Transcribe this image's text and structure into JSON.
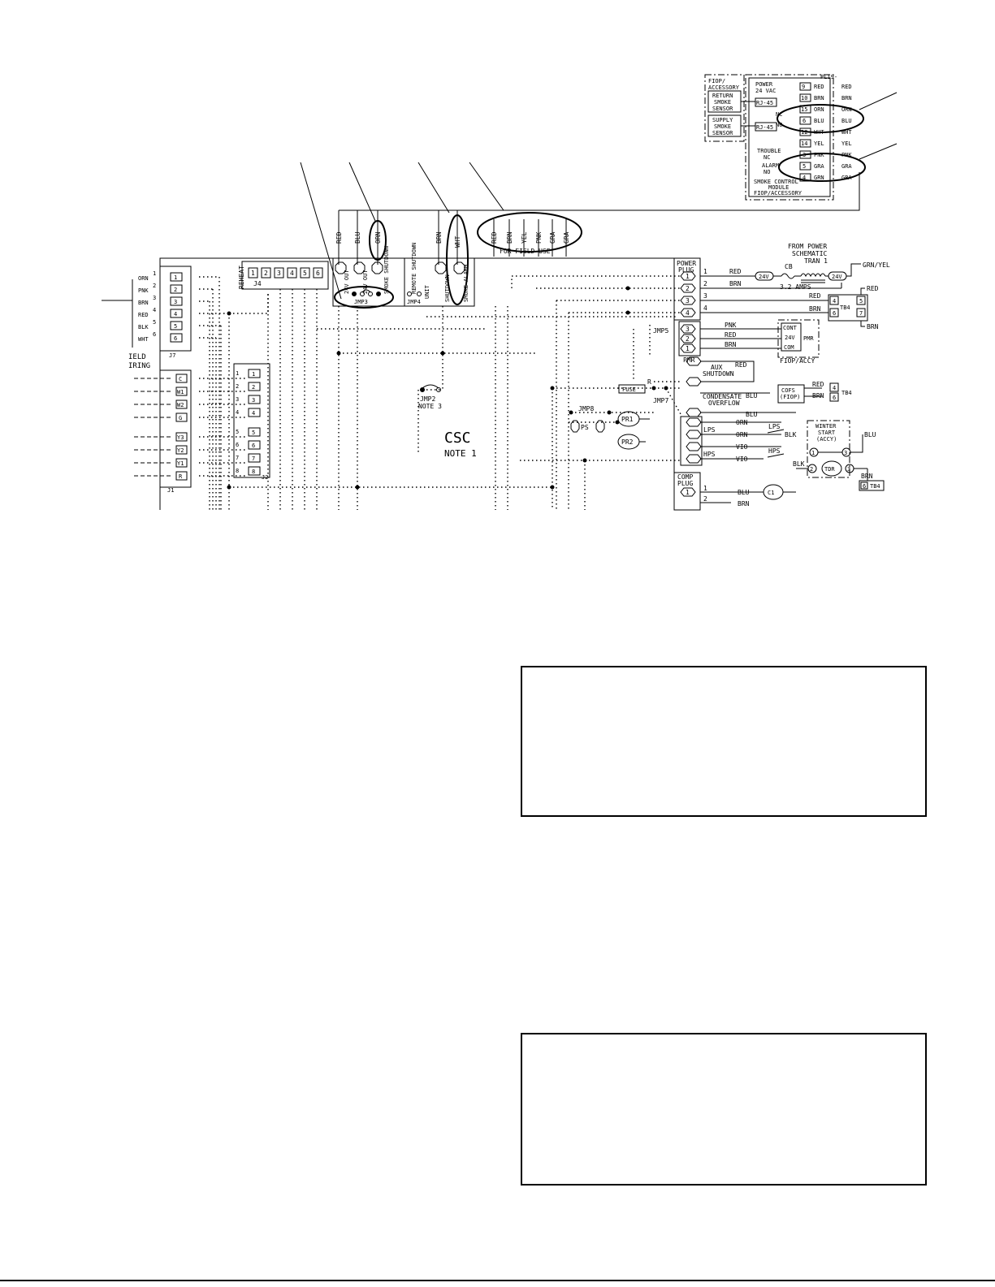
{
  "board": {
    "title": "CSC",
    "note": "NOTE 1"
  },
  "field_use_label": "FOR FIELD USE",
  "top_wires": [
    "RED",
    "BLU",
    "ORN",
    "BRN",
    "WHT"
  ],
  "field_wires": [
    "RED",
    "BRN",
    "YEL",
    "PNK",
    "GRA",
    "GRA"
  ],
  "board_terminals": [
    "24V OUT",
    "24V OUT",
    "SMOKE SHUTDOWN",
    "REMOTE SHUTDOWN",
    "UNIT",
    "SHUTDOWN",
    "SMOKE ALARM"
  ],
  "jumpers": {
    "jmp3": "JMP3",
    "jmp4": "JMP4",
    "jmp2": "JMP2",
    "jmp2_note": "NOTE 3",
    "jmp5": "JMP5",
    "jmp7": "JMP7",
    "jmp8": "JMP8"
  },
  "reheat": {
    "label": "REHEAT",
    "connector": "J4",
    "pins": [
      "1",
      "2",
      "3",
      "4",
      "5",
      "6"
    ]
  },
  "j7": {
    "label": "J7",
    "wires": [
      "ORN",
      "PNK",
      "BRN",
      "RED",
      "BLK",
      "WHT"
    ],
    "pins": [
      "1",
      "2",
      "3",
      "4",
      "5",
      "6"
    ]
  },
  "field_wiring_label": [
    "IELD",
    "IRING"
  ],
  "j1": {
    "label": "J1",
    "terminals": [
      "C",
      "W1",
      "W2",
      "G",
      "Y3",
      "Y2",
      "Y1",
      "R"
    ]
  },
  "j2": {
    "label": "J2",
    "pins": [
      "1",
      "2",
      "3",
      "4",
      "5",
      "6",
      "7",
      "8"
    ]
  },
  "sensors": {
    "ps": "PS",
    "pr1": "PR1",
    "pr2": "PR2"
  },
  "power_plug": {
    "label": [
      "POWER",
      "PLUG"
    ],
    "pins": [
      "1",
      "2",
      "3",
      "4"
    ],
    "wires": [
      "RED",
      "BRN"
    ],
    "from_power": [
      "FROM POWER",
      "SCHEMATIC"
    ],
    "tran": [
      "TRAN 1"
    ],
    "cb": "CB",
    "amps": "3.2 AMPS",
    "v24": "24V",
    "grn": "GRN/YEL"
  },
  "tb4_top": {
    "label": "TB4",
    "pins": [
      "4",
      "5",
      "6",
      "7"
    ],
    "wires": [
      "RED",
      "RED",
      "BRN",
      "BRN"
    ]
  },
  "pmr": {
    "label": "PMR",
    "pins": [
      "3",
      "2",
      "1"
    ],
    "wires": [
      "PNK",
      "RED",
      "BRN"
    ],
    "terms": [
      "CONT",
      "24V",
      "COM"
    ],
    "box_label": "PMR",
    "fiop": "FIOP/ACCY"
  },
  "aux": {
    "label": [
      "AUX",
      "SHUTDOWN"
    ],
    "wire": "RED"
  },
  "fuse": {
    "label": "FUSE",
    "r": "R"
  },
  "condensate": {
    "label": [
      "CONDENSATE",
      "OVERFLOW"
    ],
    "wires": [
      "BLU",
      "BLU"
    ],
    "cofs": [
      "COFS",
      "(FIOP)"
    ],
    "tb4": "TB4",
    "pins": [
      "4",
      "6"
    ],
    "pin_wires": [
      "RED",
      "BRN"
    ]
  },
  "lps_hps": {
    "lps": "LPS",
    "hps": "HPS",
    "wires": [
      "ORN",
      "ORN",
      "VIO",
      "VIO"
    ],
    "blk": "BLK",
    "winter": [
      "WINTER",
      "START",
      "(ACCY)"
    ],
    "tdr": "TDR",
    "tdr_pins": [
      "1",
      "3",
      "2",
      "3"
    ],
    "blu": "BLU",
    "brn": "BRN",
    "tb4": "TB4",
    "tb4_pin": "6"
  },
  "comp_plug": {
    "label": [
      "COMP",
      "PLUG"
    ],
    "pins": [
      "1",
      "2"
    ],
    "wires": [
      "BLU",
      "BRN"
    ],
    "c1": "C1"
  },
  "smoke_module": {
    "fiop": [
      "FIOP/",
      "ACCESSORY"
    ],
    "return_sensor": [
      "RETURN",
      "SMOKE",
      "SENSOR"
    ],
    "supply_sensor": [
      "SUPPLY",
      "SMOKE",
      "SENSOR"
    ],
    "rj45": "RJ-45",
    "power": [
      "POWER",
      "24 VAC"
    ],
    "pl": "PL19-",
    "nc": "NC",
    "no": "NO",
    "trouble": [
      "TROUBLE",
      "NC"
    ],
    "alarm": [
      "ALARM",
      "NO"
    ],
    "title": [
      "SMOKE CONTROL",
      "MODULE",
      "FIOP/ACCESSORY"
    ],
    "pins": [
      "9",
      "10",
      "15",
      "6",
      "12",
      "14",
      "3",
      "5",
      "4"
    ],
    "left_wires": [
      "RED",
      "BRN",
      "ORN",
      "BLU",
      "WHT",
      "YEL",
      "PNK",
      "GRA",
      "GRN"
    ],
    "right_wires": [
      "RED",
      "BRN",
      "ORN",
      "BLU",
      "WHT",
      "YEL",
      "PNK",
      "GRA",
      "GRA"
    ]
  }
}
